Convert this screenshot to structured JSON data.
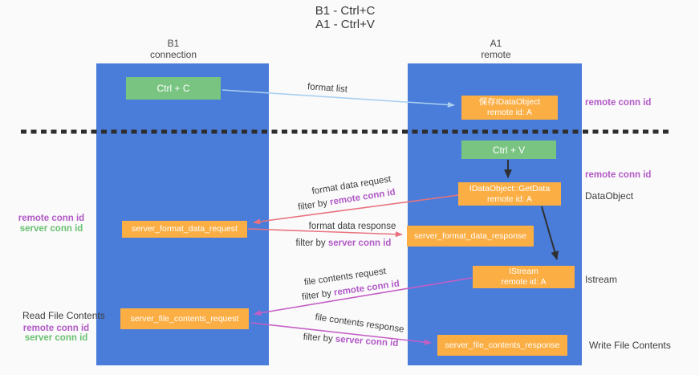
{
  "title": {
    "line1": "B1 - Ctrl+C",
    "line2": "A1 - Ctrl+V"
  },
  "lifelines": {
    "left": {
      "name": "B1",
      "role": "connection"
    },
    "right": {
      "name": "A1",
      "role": "remote"
    }
  },
  "boxes": {
    "ctrl_c": "Ctrl + C",
    "ctrl_v": "Ctrl + V",
    "save_idataobject": {
      "line1": "保存IDataObject",
      "line2": "remote id: A"
    },
    "getdata": {
      "line1": "IDataObject::GetData",
      "line2": "remote id: A"
    },
    "istream": {
      "line1": "IStream",
      "line2": "remote id: A"
    },
    "server_format_data_request": "server_format_data_request",
    "server_format_data_response": "server_format_data_response",
    "server_file_contents_request": "server_file_contents_request",
    "server_file_contents_response": "server_file_contents_response"
  },
  "arrow_labels": {
    "format_list": "format list",
    "format_data_request": "format data request",
    "format_data_response": "format data response",
    "file_contents_request": "file contents request",
    "file_contents_response": "file contents response",
    "filter_by": "filter by",
    "remote_conn_id": "remote conn id",
    "server_conn_id": "server conn id"
  },
  "side_labels": {
    "remote_conn_id": "remote conn id",
    "server_conn_id": "server conn id",
    "dataobject": "DataObject",
    "istream": "Istream",
    "read_file_contents": "Read File Contents",
    "write_file_contents": "Write File Contents"
  },
  "colors": {
    "lifeline_blue": "#4A7CD9",
    "box_orange": "#FBAE44",
    "box_green": "#7AC482",
    "arrow_red": "#E8737E",
    "arrow_magenta": "#C55FC5",
    "arrow_light_blue": "#A8CFF0",
    "arrow_black": "#303030",
    "text_purple": "#B159C5",
    "text_green": "#69C06F",
    "dashed_divider": "#2E2E2E"
  }
}
